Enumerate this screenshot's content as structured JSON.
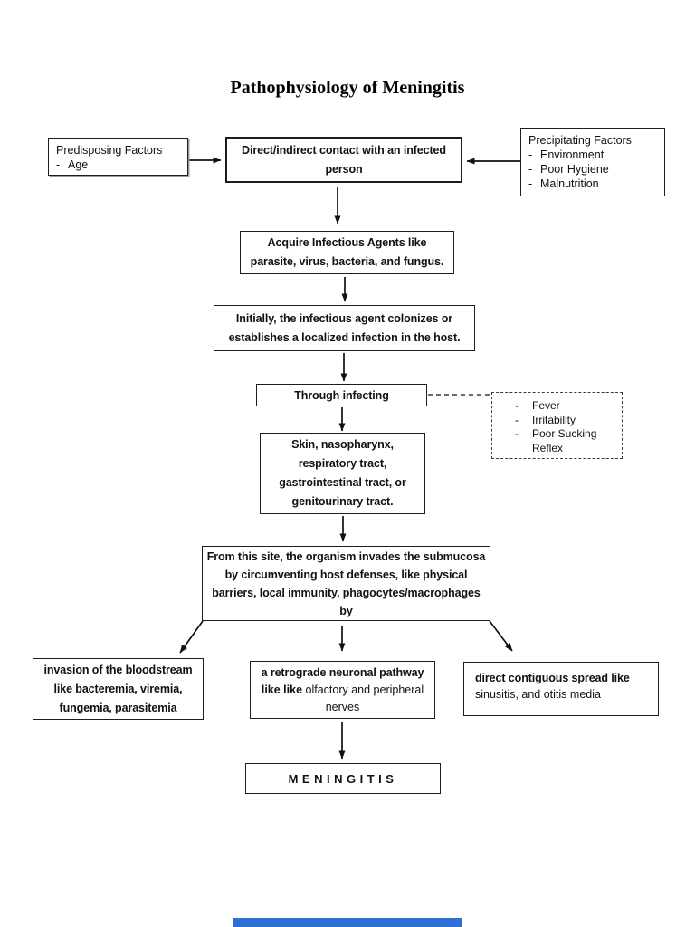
{
  "page": {
    "title": "Pathophysiology of Meningitis"
  },
  "bullet": "-",
  "boxes": {
    "predisposing": {
      "title": "Predisposing Factors",
      "items": [
        "Age"
      ]
    },
    "contact": {
      "lines": [
        "Direct/indirect contact with an infected",
        "person"
      ]
    },
    "precipitating": {
      "title": "Precipitating Factors",
      "items": [
        "Environment",
        "Poor Hygiene",
        "Malnutrition"
      ]
    },
    "acquire": {
      "lines": [
        "Acquire Infectious Agents like",
        "parasite, virus, bacteria, and fungus."
      ]
    },
    "initially": {
      "lines": [
        "Initially, the infectious agent colonizes or",
        "establishes a localized infection in the host."
      ]
    },
    "through": {
      "text": "Through infecting"
    },
    "symptoms": {
      "items": [
        "Fever",
        "Irritability",
        "Poor Sucking Reflex"
      ]
    },
    "sites": {
      "lines": [
        "Skin, nasopharynx,",
        "respiratory tract,",
        "gastrointestinal tract, or",
        "genitourinary tract."
      ]
    },
    "invasion_desc": {
      "lines": [
        "From this site, the organism invades the submucosa",
        "by circumventing host defenses, like physical",
        "barriers, local immunity, phagocytes/macrophages",
        "by"
      ]
    },
    "bloodstream": {
      "lines": [
        "invasion of the bloodstream",
        "like bacteremia, viremia,",
        "fungemia, parasitemia"
      ]
    },
    "neuronal": {
      "line1_bold": "a retrograde neuronal pathway",
      "line2_bold": "like like",
      "line2_regular": "olfactory and peripheral",
      "line3_regular": "nerves"
    },
    "contiguous": {
      "line1_bold": "direct contiguous spread like",
      "line2_regular": "sinusitis, and otitis media"
    },
    "meningitis": {
      "text": "MENINGITIS"
    }
  },
  "colors": {
    "accent_bar": "#2e6fd6",
    "box_border": "#1d1d1d",
    "background": "#ffffff"
  }
}
